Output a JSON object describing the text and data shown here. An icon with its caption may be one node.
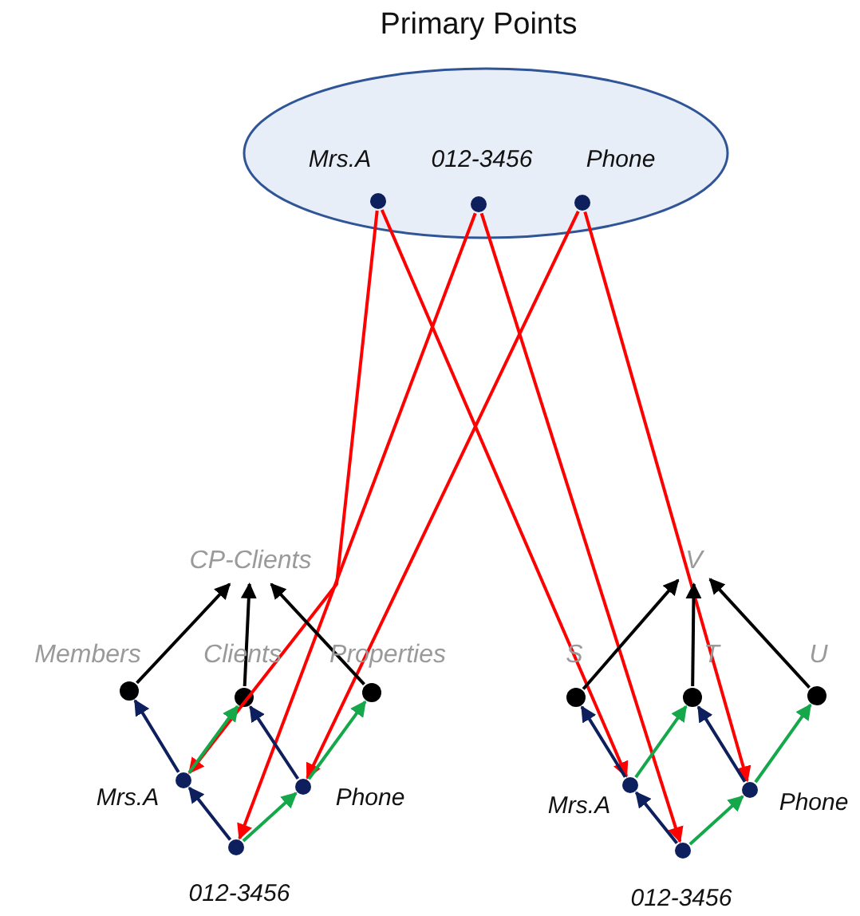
{
  "diagram": {
    "title": "Primary Points",
    "nodes": [
      {
        "text": [],
        "shape": "ellipse"
      },
      {
        "text": [],
        "shape": "circle",
        "in": 0,
        "beside": [
          "Mrs.A"
        ]
      },
      {
        "text": [],
        "shape": "circle",
        "in": 0,
        "beside": [
          "012-3456"
        ]
      },
      {
        "text": [],
        "shape": "circle",
        "in": 0,
        "beside": [
          "Phone"
        ]
      },
      {
        "text": [
          "CP-Clients"
        ]
      },
      {
        "text": [],
        "shape": "circle",
        "beside": [
          "Members"
        ]
      },
      {
        "text": [],
        "shape": "circle",
        "beside": [
          "Clients"
        ]
      },
      {
        "text": [],
        "shape": "circle",
        "beside": [
          "Properties"
        ]
      },
      {
        "text": [],
        "shape": "circle",
        "beside": [
          "Mrs.A"
        ]
      },
      {
        "text": [],
        "shape": "circle",
        "beside": [
          "Phone"
        ]
      },
      {
        "text": [],
        "shape": "circle",
        "beside": [
          "012-3456"
        ]
      },
      {
        "text": [
          "V"
        ]
      },
      {
        "text": [],
        "shape": "circle",
        "beside": [
          "S"
        ]
      },
      {
        "text": [],
        "shape": "circle",
        "beside": [
          "T"
        ]
      },
      {
        "text": [],
        "shape": "circle",
        "beside": [
          "U"
        ]
      },
      {
        "text": [],
        "shape": "circle",
        "beside": [
          "Mrs.A"
        ]
      },
      {
        "text": [],
        "shape": "circle",
        "beside": [
          "Phone"
        ]
      },
      {
        "text": [],
        "shape": "circle",
        "beside": [
          "012-3456"
        ]
      }
    ],
    "edges": [
      {
        "from": 1,
        "to": 8,
        "arrow": "to",
        "color": "#ff0000"
      },
      {
        "from": 1,
        "to": 15,
        "arrow": "to",
        "color": "#ff0000"
      },
      {
        "from": 2,
        "to": 10,
        "arrow": "to",
        "color": "#ff0000"
      },
      {
        "from": 2,
        "to": 17,
        "arrow": "to",
        "color": "#ff0000"
      },
      {
        "from": 3,
        "to": 9,
        "arrow": "to",
        "color": "#ff0000"
      },
      {
        "from": 3,
        "to": 16,
        "arrow": "to",
        "color": "#ff0000"
      },
      {
        "from": 10,
        "to": 8,
        "arrow": "to",
        "color": "#0d1f5c"
      },
      {
        "from": 10,
        "to": 9,
        "arrow": "to",
        "color": "#14a84a"
      },
      {
        "from": 8,
        "to": 5,
        "arrow": "to",
        "color": "#0d1f5c"
      },
      {
        "from": 8,
        "to": 6,
        "arrow": "to",
        "color": "#14a84a"
      },
      {
        "from": 9,
        "to": 6,
        "arrow": "to",
        "color": "#0d1f5c"
      },
      {
        "from": 9,
        "to": 7,
        "arrow": "to",
        "color": "#14a84a"
      },
      {
        "from": 5,
        "to": 4,
        "arrow": "to",
        "color": "#000000"
      },
      {
        "from": 6,
        "to": 4,
        "arrow": "to",
        "color": "#000000"
      },
      {
        "from": 7,
        "to": 4,
        "arrow": "to",
        "color": "#000000"
      },
      {
        "from": 17,
        "to": 15,
        "arrow": "to",
        "color": "#0d1f5c"
      },
      {
        "from": 17,
        "to": 16,
        "arrow": "to",
        "color": "#14a84a"
      },
      {
        "from": 15,
        "to": 12,
        "arrow": "to",
        "color": "#0d1f5c"
      },
      {
        "from": 15,
        "to": 13,
        "arrow": "to",
        "color": "#14a84a"
      },
      {
        "from": 16,
        "to": 13,
        "arrow": "to",
        "color": "#0d1f5c"
      },
      {
        "from": 16,
        "to": 14,
        "arrow": "to",
        "color": "#14a84a"
      },
      {
        "from": 12,
        "to": 11,
        "arrow": "to",
        "color": "#000000"
      },
      {
        "from": 13,
        "to": 11,
        "arrow": "to",
        "color": "#000000"
      },
      {
        "from": 14,
        "to": 11,
        "arrow": "to",
        "color": "#000000"
      }
    ]
  }
}
